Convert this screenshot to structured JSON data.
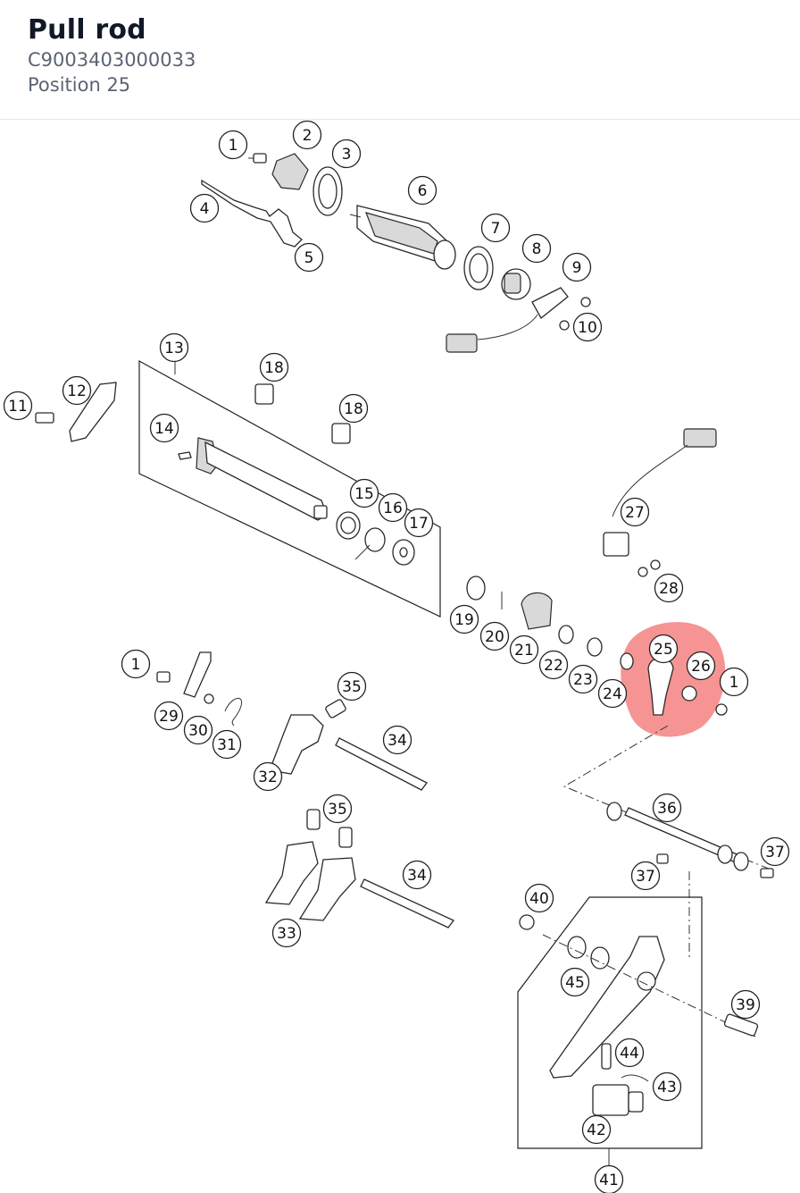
{
  "header": {
    "title": "Pull rod",
    "part_number": "C9003403000033",
    "position_label": "Position 25"
  },
  "highlight": {
    "position": "25",
    "color": "#f26b6b"
  },
  "callouts": [
    "1",
    "2",
    "3",
    "4",
    "5",
    "6",
    "7",
    "8",
    "9",
    "10",
    "11",
    "12",
    "13",
    "14",
    "18",
    "18",
    "15",
    "16",
    "17",
    "27",
    "28",
    "19",
    "20",
    "21",
    "22",
    "23",
    "24",
    "25",
    "26",
    "1",
    "1",
    "29",
    "30",
    "31",
    "35",
    "34",
    "32",
    "36",
    "37",
    "37",
    "35",
    "34",
    "33",
    "40",
    "45",
    "39",
    "44",
    "43",
    "42",
    "41"
  ]
}
